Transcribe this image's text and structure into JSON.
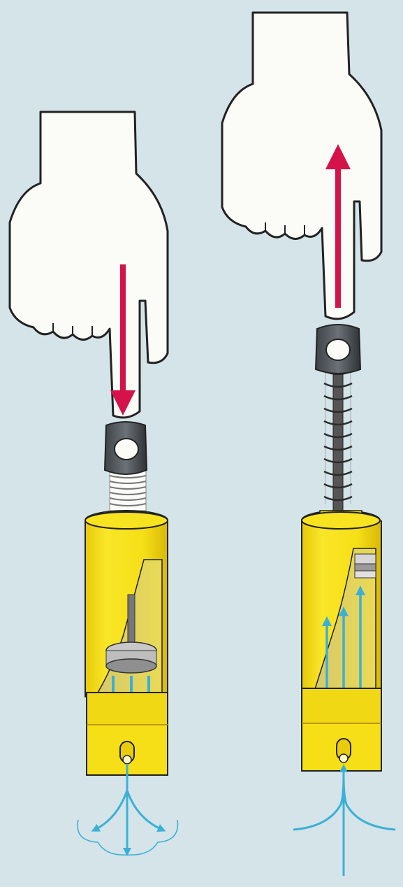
{
  "colors": {
    "background": "#d4e4e9",
    "hand": "#fbfbf7",
    "outline": "#222222",
    "pump_body": "#f7e21a",
    "pump_shade": "#e6c70c",
    "pump_dark": "#c9a600",
    "push_arrow": "#d3134a",
    "air_arrow": "#3bb0d6",
    "spring": "#2c2c2c",
    "cap": "#4a4f55"
  },
  "panels": [
    {
      "id": "push-down",
      "hand_motion": "down",
      "air_flow": "out"
    },
    {
      "id": "pull-up",
      "hand_motion": "up",
      "air_flow": "in"
    }
  ]
}
